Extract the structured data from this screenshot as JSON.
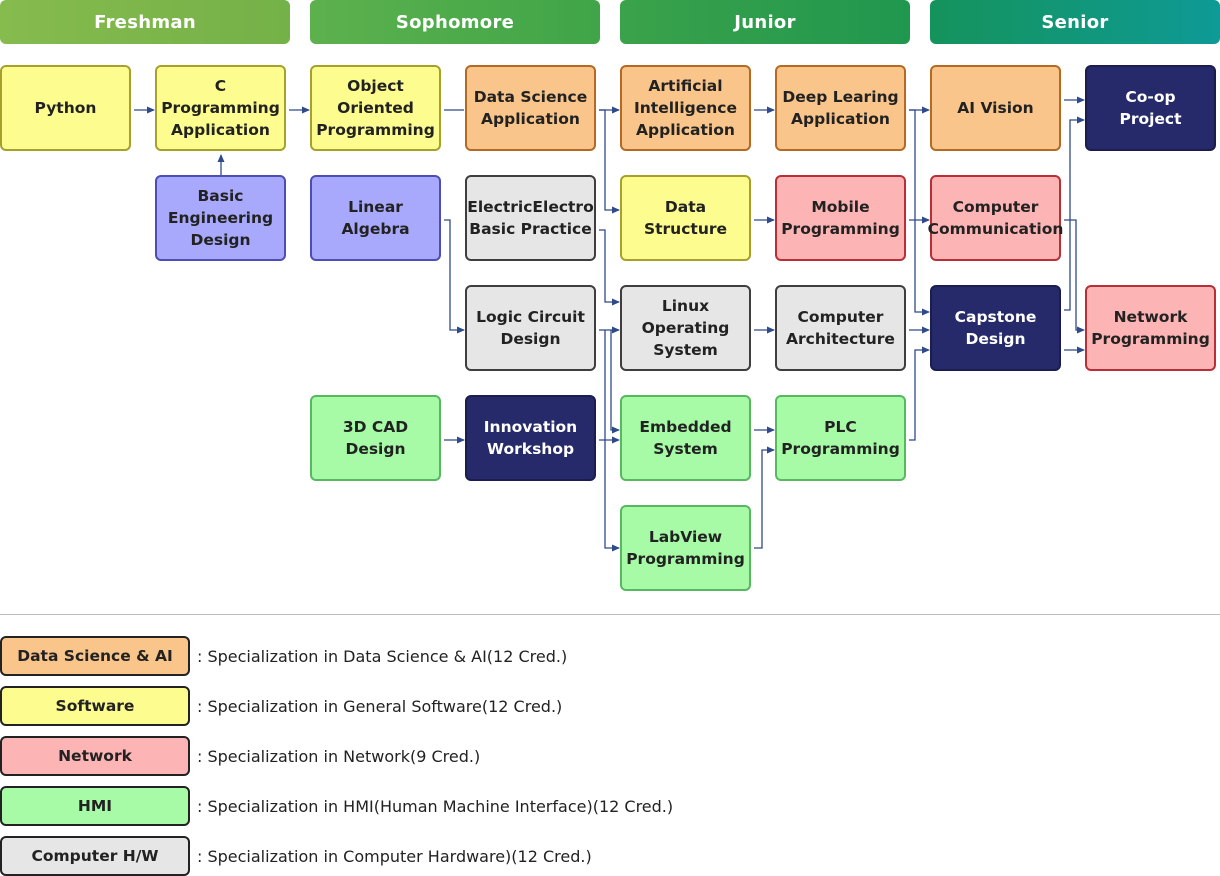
{
  "years": {
    "freshman": "Freshman",
    "sophomore": "Sophomore",
    "junior": "Junior",
    "senior": "Senior"
  },
  "courses": {
    "python": "Python",
    "c_programming": "C\nProgramming\nApplication",
    "basic_engineering_design": "Basic\nEngineering\nDesign",
    "oop": "Object\nOriented\nProgramming",
    "data_science_application": "Data Science\nApplication",
    "linear_algebra": "Linear\nAlgebra",
    "electric_electro": "ElectricElectro\nBasic Practice",
    "logic_circuit": "Logic Circuit\nDesign",
    "cad_3d": "3D CAD\nDesign",
    "innovation_workshop": "Innovation\nWorkshop",
    "ai_application": "Artificial\nIntelligence\nApplication",
    "deep_learning": "Deep Learing\nApplication",
    "data_structure": "Data\nStructure",
    "mobile_programming": "Mobile\nProgramming",
    "linux_os": "Linux\nOperating\nSystem",
    "computer_architecture": "Computer\nArchitecture",
    "embedded_system": "Embedded\nSystem",
    "plc_programming": "PLC\nProgramming",
    "labview": "LabView\nProgramming",
    "ai_vision": "AI Vision",
    "coop_project": "Co-op\nProject",
    "computer_communication": "Computer\nCommunication",
    "capstone_design": "Capstone\nDesign",
    "network_programming": "Network\nProgramming"
  },
  "legend": [
    {
      "label": "Data Science & AI",
      "description": ": Specialization in Data Science & AI(12 Cred.)"
    },
    {
      "label": "Software",
      "description": ": Specialization in General Software(12 Cred.)"
    },
    {
      "label": "Network",
      "description": ": Specialization in Network(9 Cred.)"
    },
    {
      "label": "HMI",
      "description": ": Specialization in HMI(Human Machine Interface)(12 Cred.)"
    },
    {
      "label": "Computer H/W",
      "description": ": Specialization in Computer Hardware)(12 Cred.)"
    }
  ],
  "colors": {
    "data_science_ai": "#fac58a",
    "software": "#fdfd8f",
    "network": "#fdb4b4",
    "hmi": "#a7fba7",
    "computer_hw": "#e6e6e6",
    "basic_engineering": "#a8a9fc",
    "project": "#262a6a",
    "connector": "#2f4a8a"
  }
}
